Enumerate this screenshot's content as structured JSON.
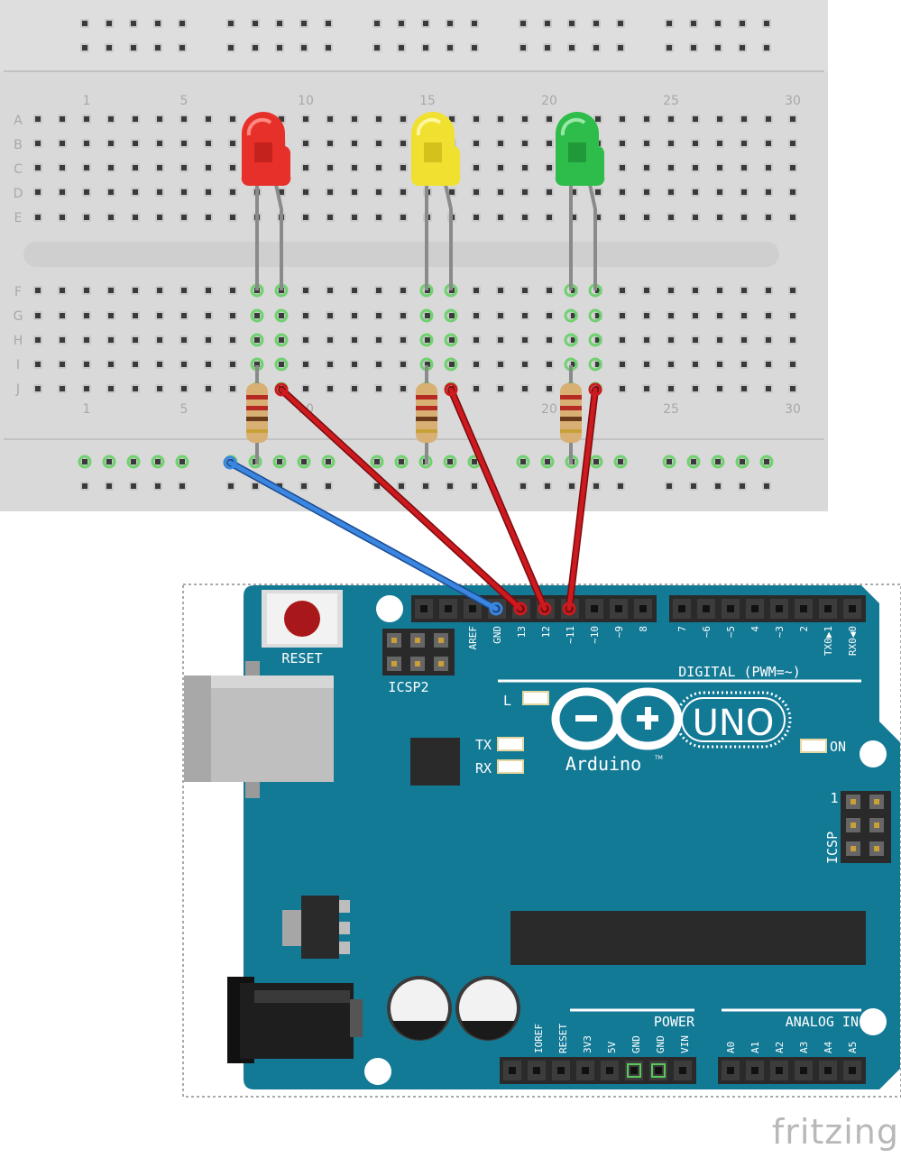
{
  "breadboard": {
    "column_numbers": [
      "1",
      "5",
      "10",
      "15",
      "20",
      "25",
      "30"
    ],
    "row_letters_top": [
      "A",
      "B",
      "C",
      "D",
      "E"
    ],
    "row_letters_bottom": [
      "F",
      "G",
      "H",
      "I",
      "J"
    ]
  },
  "leds": [
    {
      "name": "red-led",
      "color": "#e8302a"
    },
    {
      "name": "yellow-led",
      "color": "#f0e030"
    },
    {
      "name": "green-led",
      "color": "#2ebd4a"
    }
  ],
  "wires": [
    {
      "name": "blue-wire",
      "color": "#2a6fd0",
      "pin": "GND"
    },
    {
      "name": "red-wire-1",
      "color": "#c4141a",
      "pin": "13"
    },
    {
      "name": "red-wire-2",
      "color": "#c4141a",
      "pin": "12"
    },
    {
      "name": "red-wire-3",
      "color": "#c4141a",
      "pin": "~11"
    }
  ],
  "arduino": {
    "board_color": "#137a96",
    "reset_label": "RESET",
    "icsp2_label": "ICSP2",
    "icsp_label": "ICSP",
    "icsp_pin1": "1",
    "digital_label": "DIGITAL (PWM=~)",
    "l_label": "L",
    "tx_label": "TX",
    "rx_label": "RX",
    "on_label": "ON",
    "logo_text": "UNO",
    "brand_text": "Arduino",
    "trademark": "TM",
    "power_label": "POWER",
    "analog_label": "ANALOG IN",
    "digital_pins_left": [
      "AREF",
      "GND",
      "13",
      "12",
      "~11",
      "~10",
      "~9",
      "8"
    ],
    "digital_pins_right": [
      "7",
      "~6",
      "~5",
      "4",
      "~3",
      "2",
      "TX0▶1",
      "RX0◀0"
    ],
    "power_pins": [
      "IOREF",
      "RESET",
      "3V3",
      "5V",
      "GND",
      "GND",
      "VIN"
    ],
    "analog_pins": [
      "A0",
      "A1",
      "A2",
      "A3",
      "A4",
      "A5"
    ]
  },
  "watermark": "fritzing"
}
